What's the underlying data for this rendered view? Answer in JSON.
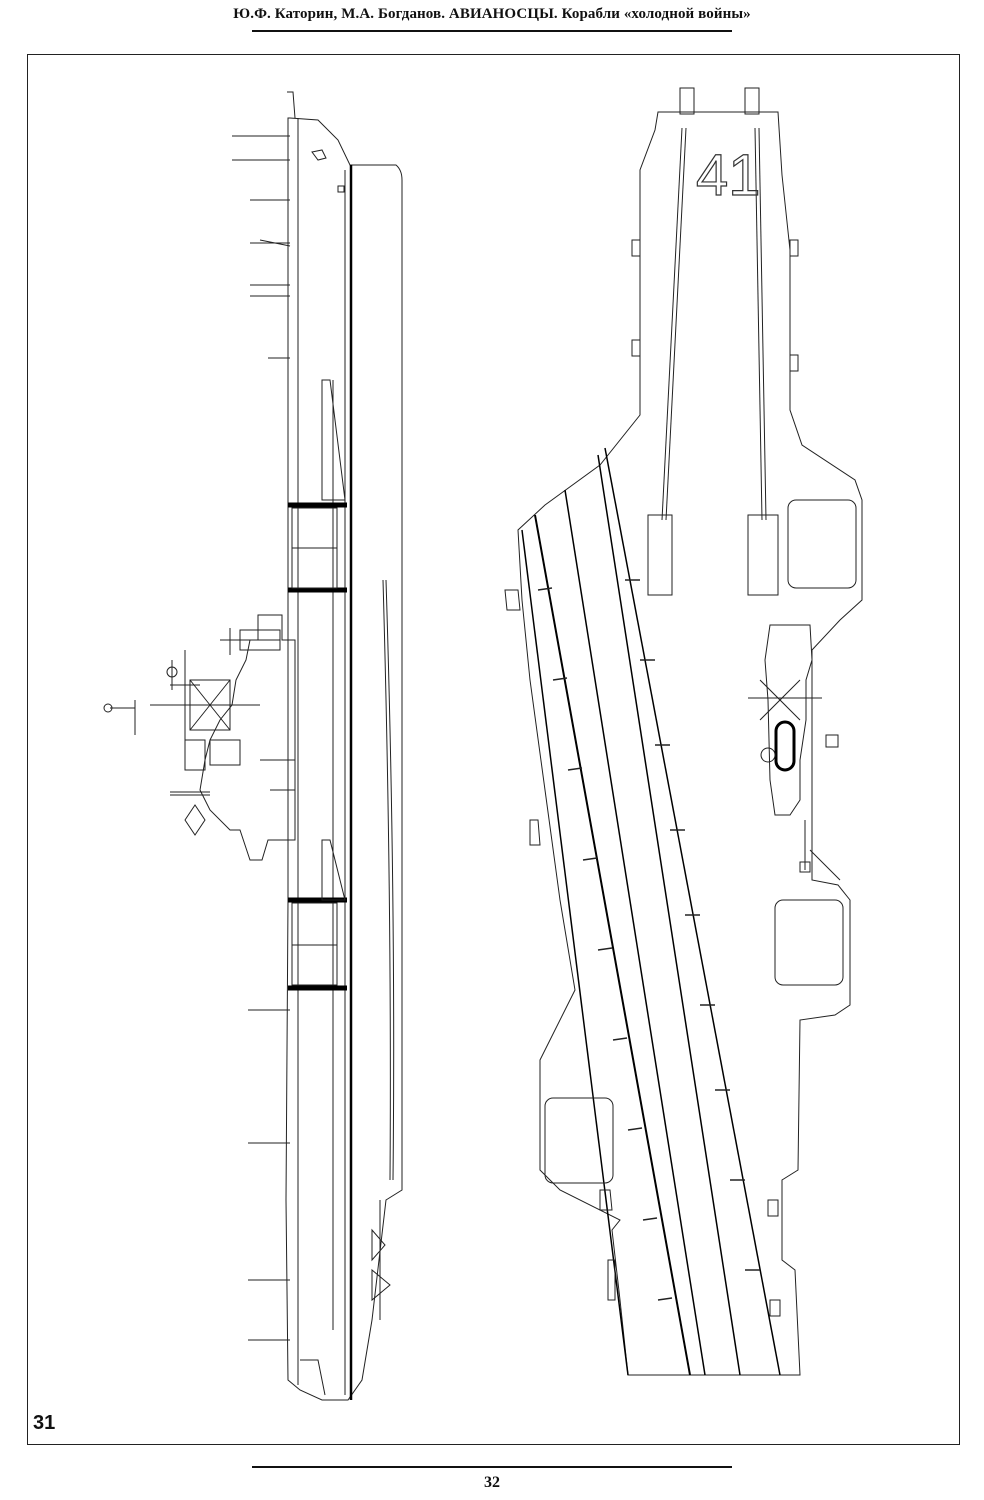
{
  "header": {
    "title": "Ю.Ф. Каторин, М.А. Богданов. АВИАНОСЦЫ. Корабли «холодной войны»"
  },
  "figure": {
    "number": "31",
    "hull_number": "41"
  },
  "footer": {
    "page_number": "32"
  }
}
